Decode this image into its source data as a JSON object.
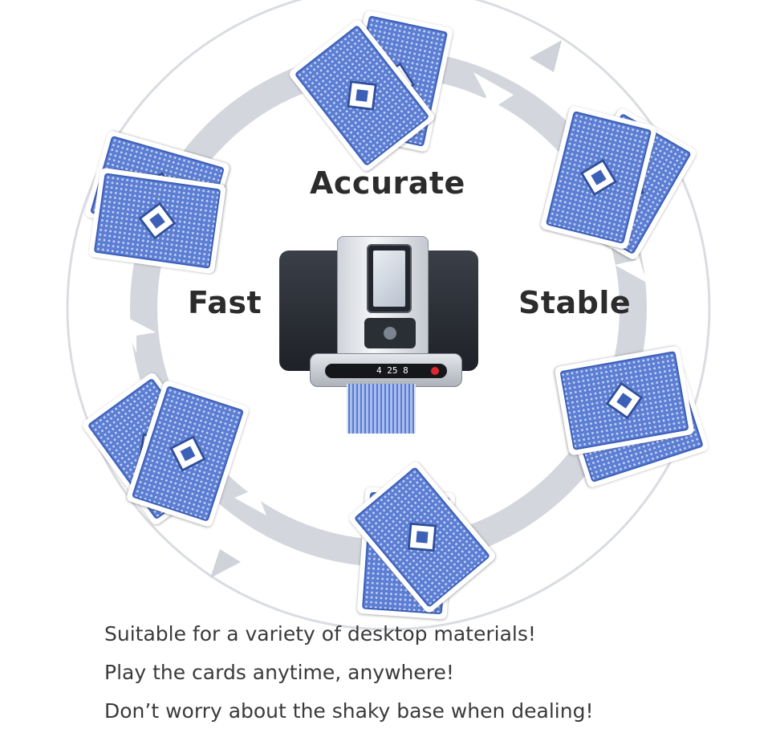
{
  "features": {
    "top": "Accurate",
    "left": "Fast",
    "right": "Stable"
  },
  "display": {
    "readout": "4  25  8"
  },
  "cards": [
    {
      "name": "card-top"
    },
    {
      "name": "card-top-right"
    },
    {
      "name": "card-right"
    },
    {
      "name": "card-bottom"
    },
    {
      "name": "card-bottom-left"
    },
    {
      "name": "card-left"
    }
  ],
  "caption_lines": [
    "Suitable for a variety of desktop materials!",
    "Play the cards anytime, anywhere!",
    "Don’t worry about the shaky base when dealing!"
  ],
  "colors": {
    "ring": "#d6d9de",
    "card_back": "#5c7ed3",
    "card_border": "#3c5fb8",
    "text": "#2c2c2c"
  }
}
